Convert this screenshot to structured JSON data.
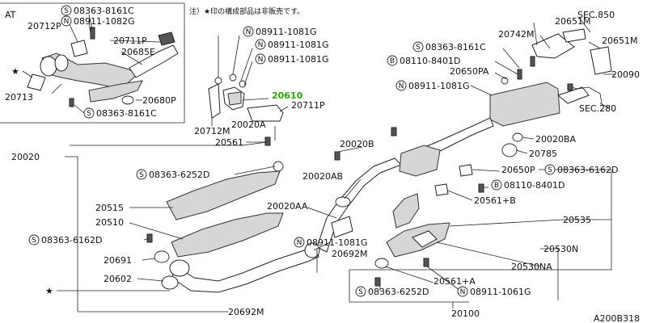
{
  "header": {
    "at_label": "AT",
    "note": "注）★印の構成部品は非販売です。"
  },
  "labels": {
    "l20712p": "20712P",
    "l20713": "20713",
    "l08363_8161c_a": "08363-8161C",
    "l08911_1082g": "08911-1082G",
    "l20711p_a": "20711P",
    "l20685e": "20685E",
    "l20680p": "20680P",
    "l08363_8161c_b": "08363-8161C",
    "l08911_1081g_a": "08911-1081G",
    "l08911_1081g_b": "08911-1081G",
    "l08911_1081g_c": "08911-1081G",
    "l20610": "20610",
    "l20711p_b": "20711P",
    "l20712m": "20712M",
    "l20020a": "20020A",
    "l20561_a": "20561",
    "l20020": "20020",
    "l08363_6252d_a": "08363-6252D",
    "l20515": "20515",
    "l20510": "20510",
    "l08363_6162d_a": "08363-6162D",
    "l20691": "20691",
    "l20602": "20602",
    "l20692m_a": "20692M",
    "l20020b": "20020B",
    "l20020ab": "20020AB",
    "l20020aa": "20020AA",
    "l08911_1081g_d": "08911-1081G",
    "l20692m_b": "20692M",
    "l20651m_a": "20651M",
    "sec850": "SEC.850",
    "l20742m": "20742M",
    "l08363_8161c_c": "08363-8161C",
    "l20651m_b": "20651M",
    "l08110_8401d_a": "08110-8401D",
    "l20650pa": "20650PA",
    "l20090": "20090",
    "l08911_1081g_e": "08911-1081G",
    "sec280": "SEC.280",
    "l20020ba": "20020BA",
    "l20785": "20785",
    "l20650p": "20650P",
    "l08363_6162d_b": "08363-6162D",
    "l08110_8401d_b": "08110-8401D",
    "l20561_b": "20561+B",
    "l20535": "20535",
    "l20530n": "20530N",
    "l20530na": "20530NA",
    "l20561_c": "20561+A",
    "l08363_6252d_b": "08363-6252D",
    "l08911_1061g": "08911-1061G",
    "l20100": "20100",
    "code": "A200B318"
  },
  "prefix": {
    "s": "S",
    "n": "N",
    "b": "B"
  },
  "star": "★"
}
